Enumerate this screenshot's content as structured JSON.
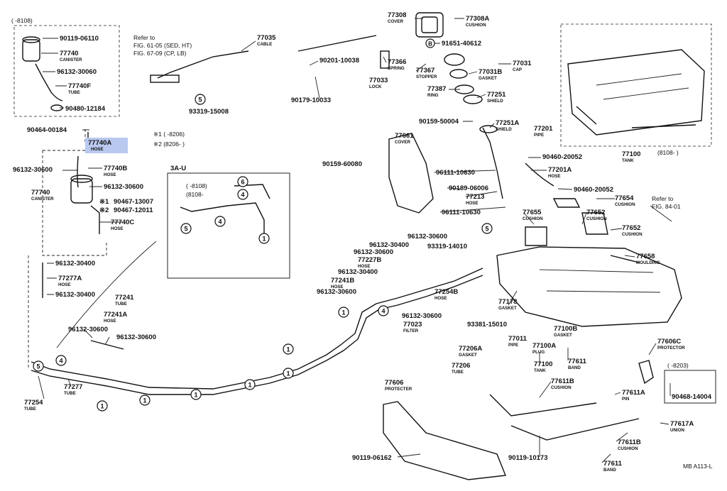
{
  "callouts": {
    "p77740A": {
      "num": "77740A",
      "name": "HOSE"
    },
    "p90119_06110": {
      "num": "90119-06110"
    },
    "p77740_top": {
      "num": "77740",
      "name": "CANISTER"
    },
    "p96132_30060": {
      "num": "96132-30060"
    },
    "p77740F": {
      "num": "77740F",
      "name": "TUBE"
    },
    "p90480_12184": {
      "num": "90480-12184"
    },
    "p90464_00184": {
      "num": "90464-00184"
    },
    "p96132_30600_a": {
      "num": "96132-30600"
    },
    "p77740B": {
      "num": "77740B",
      "name": "HOSE"
    },
    "p96132_30600_b": {
      "num": "96132-30600"
    },
    "p77740_mid": {
      "num": "77740",
      "name": "CANISTER"
    },
    "p90467_13007": {
      "num": "90467-13007"
    },
    "p90467_12011": {
      "num": "90467-12011"
    },
    "p77740C": {
      "num": "77740C",
      "name": "HOSE"
    },
    "p96132_30400_a": {
      "num": "96132-30400"
    },
    "p77277A": {
      "num": "77277A",
      "name": "HOSE"
    },
    "p96132_30400_b": {
      "num": "96132-30400"
    },
    "p77241": {
      "num": "77241",
      "name": "TUBE"
    },
    "p77241A": {
      "num": "77241A",
      "name": "HOSE"
    },
    "p96132_30600_c": {
      "num": "96132-30600"
    },
    "p96132_30600_d": {
      "num": "96132-30600"
    },
    "p77254": {
      "num": "77254",
      "name": "TUBE"
    },
    "p77277": {
      "num": "77277",
      "name": "TUBE"
    },
    "p77035": {
      "num": "77035",
      "name": "CABLE"
    },
    "p90201_10038": {
      "num": "90201-10038"
    },
    "p90179_10033": {
      "num": "90179-10033"
    },
    "p93319_15008": {
      "num": "93319-15008"
    },
    "p77308": {
      "num": "77308",
      "name": "COVER"
    },
    "p77308A": {
      "num": "77308A",
      "name": "CUSHION"
    },
    "p91651_40612": {
      "num": "91651-40612"
    },
    "p77366": {
      "num": "77366",
      "name": "SPRING"
    },
    "p77033": {
      "num": "77033",
      "name": "LOCK"
    },
    "p77367": {
      "num": "77367",
      "name": "STOPPER"
    },
    "p77031": {
      "num": "77031",
      "name": "CAP"
    },
    "p77031B": {
      "num": "77031B",
      "name": "GASKET"
    },
    "p77387": {
      "num": "77387",
      "name": "RING"
    },
    "p77251": {
      "num": "77251",
      "name": "SHIELD"
    },
    "p90159_50004": {
      "num": "90159-50004"
    },
    "p77251A": {
      "num": "77251A",
      "name": "SHIELD"
    },
    "p77201": {
      "num": "77201",
      "name": "PIPE"
    },
    "p77661": {
      "num": "77661",
      "name": "COVER"
    },
    "p90159_60080": {
      "num": "90159-60080"
    },
    "p90460_20052_a": {
      "num": "90460-20052"
    },
    "p77201A": {
      "num": "77201A",
      "name": "HOSE"
    },
    "p96111_10630_a": {
      "num": "96111-10630"
    },
    "p90189_06006": {
      "num": "90189-06006"
    },
    "p77213": {
      "num": "77213",
      "name": "HOSE"
    },
    "p90460_20052_b": {
      "num": "90460-20052"
    },
    "p77654": {
      "num": "77654",
      "name": "CUSHION"
    },
    "p96111_10630_b": {
      "num": "96111-10630"
    },
    "p77655": {
      "num": "77655",
      "name": "CUSHION"
    },
    "p77652_a": {
      "num": "77652",
      "name": "CUSHION"
    },
    "p77652_b": {
      "num": "77652",
      "name": "CUSHION"
    },
    "p77100_top": {
      "num": "77100",
      "name": "TANK"
    },
    "p96132_30600_e": {
      "num": "96132-30600"
    },
    "p96132_30400_c": {
      "num": "96132-30400"
    },
    "p93319_14010": {
      "num": "93319-14010"
    },
    "p96132_30600_f": {
      "num": "96132-30600"
    },
    "p77227B": {
      "num": "77227B",
      "name": "HOSE"
    },
    "p96132_30400_d": {
      "num": "96132-30400"
    },
    "p77241B": {
      "num": "77241B",
      "name": "HOSE"
    },
    "p96132_30600_g": {
      "num": "96132-30600"
    },
    "p77254B": {
      "num": "77254B",
      "name": "HOSE"
    },
    "p96132_30600_h": {
      "num": "96132-30600"
    },
    "p93381_15010": {
      "num": "93381-15010"
    },
    "p77023": {
      "num": "77023",
      "name": "FILTER"
    },
    "p77178": {
      "num": "77178",
      "name": "GASKET"
    },
    "p77206A": {
      "num": "77206A",
      "name": "GASKET"
    },
    "p77206": {
      "num": "77206",
      "name": "TUBE"
    },
    "p77011": {
      "num": "77011",
      "name": "PIPE"
    },
    "p77100A": {
      "num": "77100A",
      "name": "PLUG"
    },
    "p77100B": {
      "num": "77100B",
      "name": "GASKET"
    },
    "p77100_bot": {
      "num": "77100",
      "name": "TANK"
    },
    "p77611_a": {
      "num": "77611",
      "name": "BAND"
    },
    "p77658": {
      "num": "77658",
      "name": "MOULDING"
    },
    "p77606C": {
      "num": "77606C",
      "name": "PROTECTOR"
    },
    "p90468_14004": {
      "num": "90468-14004"
    },
    "p77606": {
      "num": "77606",
      "name": "PROTECTER"
    },
    "p77611B_a": {
      "num": "77611B",
      "name": "CUSHION"
    },
    "p77611A": {
      "num": "77611A",
      "name": "PIN"
    },
    "p77617A": {
      "num": "77617A",
      "name": "UNION"
    },
    "p90119_06162": {
      "num": "90119-06162"
    },
    "p90119_10173": {
      "num": "90119-10173"
    },
    "p77611B_b": {
      "num": "77611B",
      "name": "CUSHION"
    },
    "p77611_b": {
      "num": "77611",
      "name": "BAND"
    }
  },
  "notes": {
    "top_left_bracket": "(      -8108)",
    "refer_61": [
      "Refer to",
      "FIG. 61-05 (SED, HT)",
      "FIG. 67-09 (CP, LB)"
    ],
    "refer_84": [
      "Refer to",
      "FIG. 84-01"
    ],
    "sym1": "※1 (      -8206)",
    "sym2": "※2 (8206-      )",
    "inset_title": "3A-U",
    "inset_range1": "(      -8108)",
    "inset_range2": "(8108-",
    "tank_range": "(8108-      )",
    "bracket_8203": "(      -8203)",
    "callout_90467_13007": "※1",
    "callout_90467_12011": "※2",
    "figure_id": "MB A113-L"
  },
  "circled": [
    "1",
    "4",
    "5",
    "6"
  ]
}
